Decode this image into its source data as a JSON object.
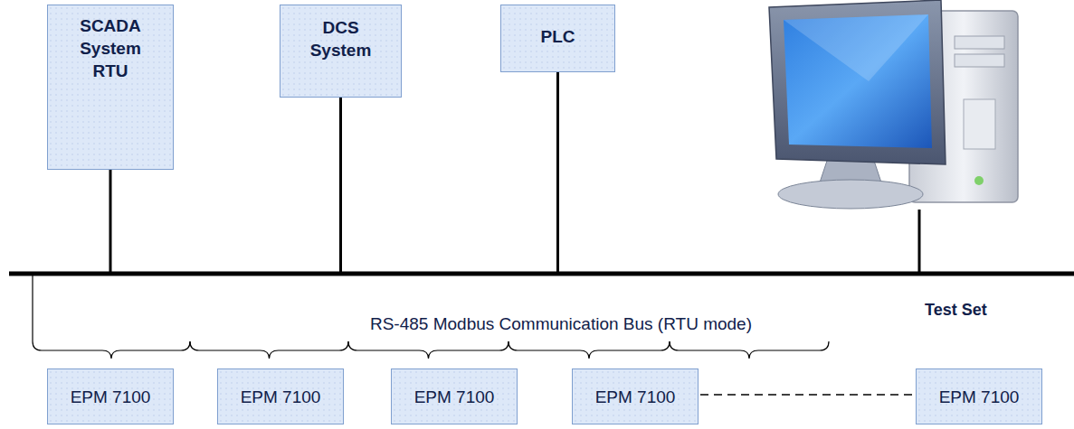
{
  "diagram": {
    "nodes": [
      {
        "text": [
          "SCADA System RTU"
        ]
      },
      {
        "text": [
          "DCS System"
        ]
      },
      {
        "text": [
          "PLC"
        ]
      },
      {
        "text": [
          "EPM 7100"
        ]
      },
      {
        "text": [
          "EPM 7100"
        ]
      },
      {
        "text": [
          "EPM 7100"
        ]
      },
      {
        "text": [
          "EPM 7100"
        ]
      },
      {
        "text": [
          "EPM 7100"
        ]
      }
    ],
    "labels": [
      "Test Set",
      "RS-485 Modbus Communication Bus (RTU mode)"
    ]
  }
}
